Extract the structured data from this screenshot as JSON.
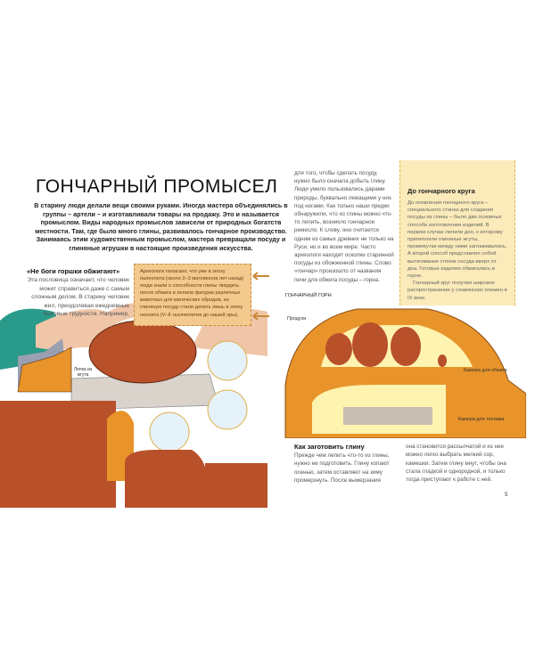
{
  "title": "ГОНЧАРНЫЙ ПРОМЫСЕЛ",
  "intro": "В старину люди делали вещи своими руками. Иногда мастера объединялись в группы – артели – и изготавливали товары на продажу. Это и называется промыслом. Виды народных промыслов зависели от природных богатств местности. Там, где было много глины, развивалось гончарное производство. Занимаясь этим художественным промыслом, мастера превращали посуду и глиняные игрушки в настоящие произведения искусства.",
  "proverb": {
    "heading": "«Не боги горшки обжигают»",
    "text": "Эта пословица означает, что человек может справиться даже с самым сложным делом. В старину человек жил, преодолевая ежедневные бытовые трудности. Например,"
  },
  "note": "Археологи полагают, что уже в эпоху палеолита (около 2–3 миллионов лет назад) люди знали о способности глины твердеть после обжига и лепили фигурки различных животных для магических обрядов, но глиняную посуду стали делать лишь в эпоху неолита (V–II тысячелетия до нашей эры).",
  "column2": "для того, чтобы сделать посуду, нужно было сначала добыть глину. Люди умело пользовались дарами природы, буквально лежащими у них под ногами. Как только наши предки обнаружили, что из глины можно что-то лепить, возникло гончарное ремесло. К слову, оно считается одним из самых древних не только на Руси, но и во всем мире. Часто археологи находят осколки старинной посуды из обожженной глины. Слово «гончар» произошло от названия печи для обжига посуды – горна.",
  "sidebar": {
    "heading": "До гончарного круга",
    "text": "До появления гончарного круга – специального станка для создания посуды из глины – было два основных способа изготовления изделий. В первом случае лепили дно, к которому прилепляли глиняные жгуты, промежутки между ними заглаживались. А второй способ представлял собой вытягивание стенок сосуда вверх от дна. Готовые изделия обжигались в горне.",
    "text2": "Гончарный круг получил широкое распространение у славянских племен в IX веке."
  },
  "kiln": {
    "title": "ГОНЧАРНЫЙ ГОРН",
    "vents": "Продухи",
    "firing_chamber": "Камера для обжига",
    "fuel_chamber": "Камера для топлива"
  },
  "illustration": {
    "coil_label": "Лепка из жгута"
  },
  "clay": {
    "heading": "Как заготовить глину",
    "text1": "Прежде чем лепить что-то из глины, нужно ее подготовить. Глину копают осенью, затем оставляют на зиму промерзнуть. После вымерзания",
    "text2": "она становится рассыпчатой и из нее можно легко выбрать мелкий сор, камешки. Затем глину мнут, чтобы она стала гладкой и однородной, и только тогда приступают к работе с ней."
  },
  "page_number": "5",
  "colors": {
    "clay": "#b8502a",
    "orange": "#e8942a",
    "note_bg": "#f3c98e",
    "sidebar_bg": "#fbeaba",
    "teal": "#2a9a8a"
  }
}
